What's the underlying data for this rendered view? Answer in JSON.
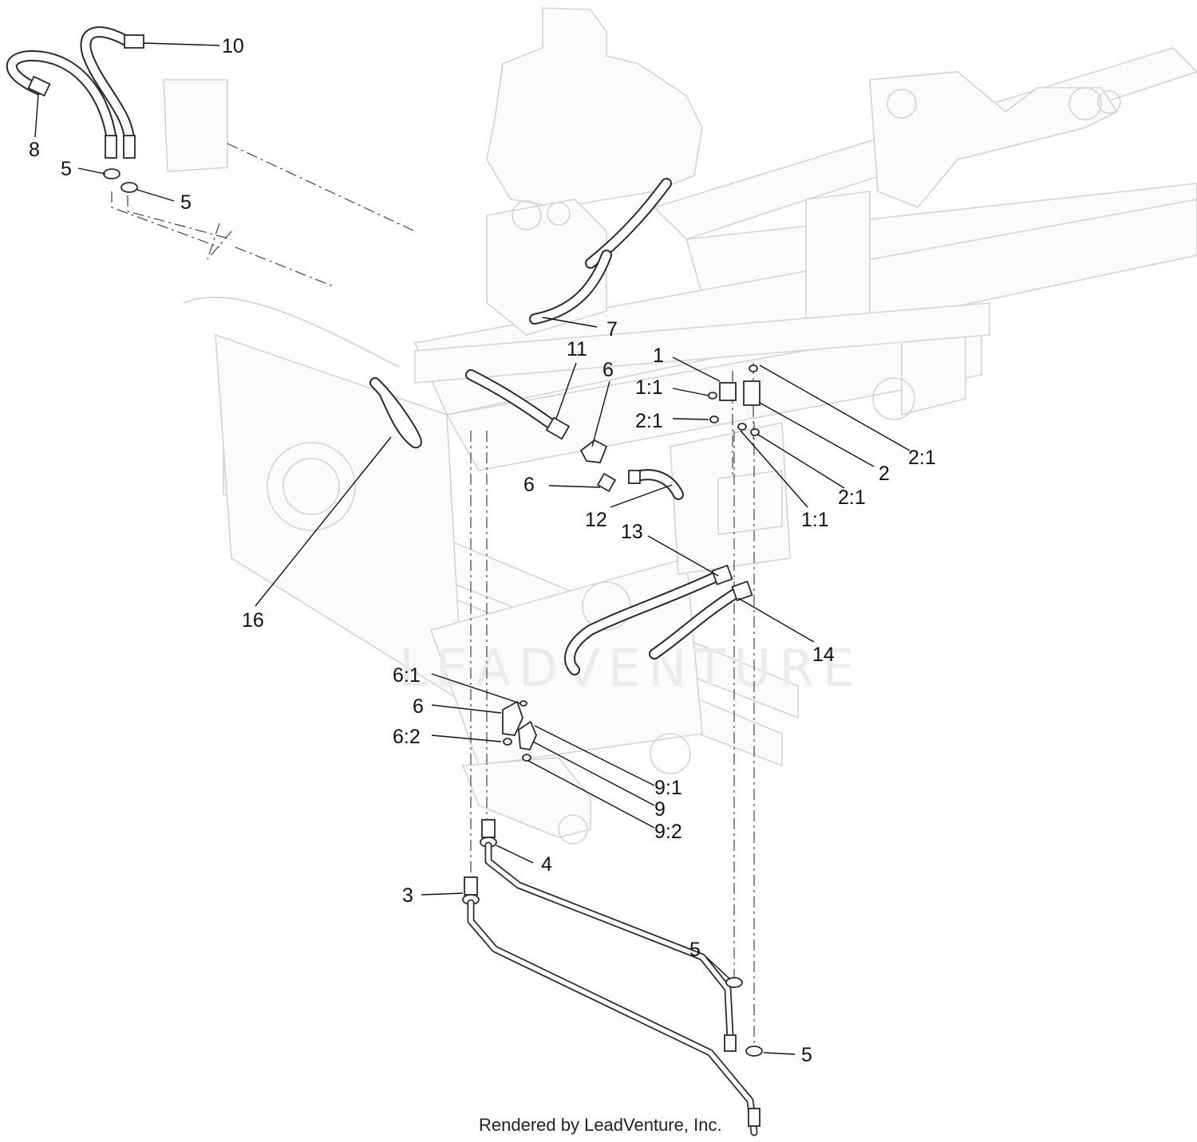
{
  "diagram": {
    "callouts": [
      {
        "id": "c10",
        "label": "10"
      },
      {
        "id": "c8",
        "label": "8"
      },
      {
        "id": "c5a",
        "label": "5"
      },
      {
        "id": "c5b",
        "label": "5"
      },
      {
        "id": "c7",
        "label": "7"
      },
      {
        "id": "c11",
        "label": "11"
      },
      {
        "id": "c6a",
        "label": "6"
      },
      {
        "id": "c1",
        "label": "1"
      },
      {
        "id": "c11a",
        "label": "1:1"
      },
      {
        "id": "c21a",
        "label": "2:1"
      },
      {
        "id": "c21b",
        "label": "2:1"
      },
      {
        "id": "c2",
        "label": "2"
      },
      {
        "id": "c21c",
        "label": "2:1"
      },
      {
        "id": "c11b",
        "label": "1:1"
      },
      {
        "id": "c6b",
        "label": "6"
      },
      {
        "id": "c12",
        "label": "12"
      },
      {
        "id": "c13",
        "label": "13"
      },
      {
        "id": "c16",
        "label": "16"
      },
      {
        "id": "c14",
        "label": "14"
      },
      {
        "id": "c61",
        "label": "6:1"
      },
      {
        "id": "c6c",
        "label": "6"
      },
      {
        "id": "c62",
        "label": "6:2"
      },
      {
        "id": "c91",
        "label": "9:1"
      },
      {
        "id": "c9",
        "label": "9"
      },
      {
        "id": "c92",
        "label": "9:2"
      },
      {
        "id": "c4",
        "label": "4"
      },
      {
        "id": "c3",
        "label": "3"
      },
      {
        "id": "c5c",
        "label": "5"
      },
      {
        "id": "c5d",
        "label": "5"
      }
    ],
    "watermark": "LEADVENTURE",
    "footer": "Rendered by LeadVenture, Inc."
  }
}
